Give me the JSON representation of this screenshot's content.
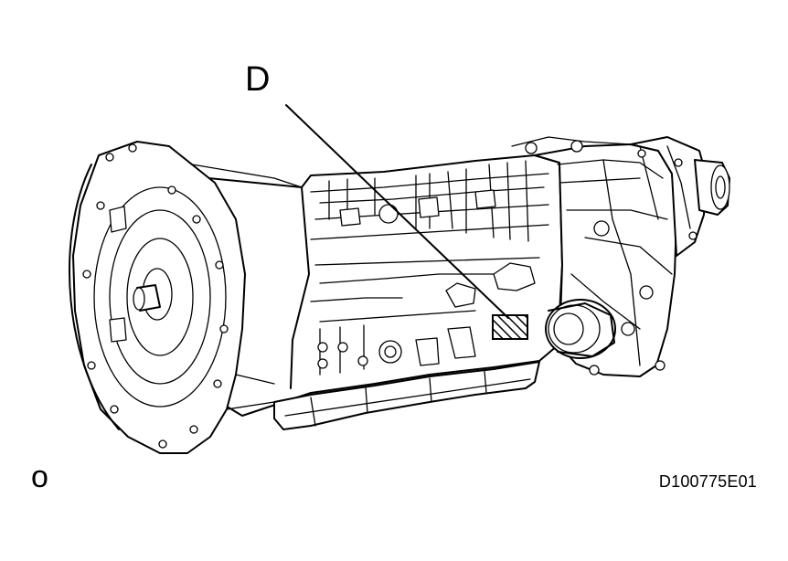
{
  "figure": {
    "callout_letter": "D",
    "view_marker": "o",
    "figure_code": "D100775E01"
  },
  "parts": [
    {
      "name": "bell-housing",
      "icon": "torque-converter-housing"
    },
    {
      "name": "transmission-case",
      "icon": "transmission-case"
    },
    {
      "name": "oil-pan",
      "icon": "oil-pan"
    },
    {
      "name": "transfer-case",
      "icon": "transfer-case"
    },
    {
      "name": "output-flange",
      "icon": "output-flange"
    },
    {
      "name": "identification-plate",
      "icon": "hatched-plate"
    }
  ],
  "colors": {
    "line": "#000000",
    "background": "#ffffff"
  }
}
